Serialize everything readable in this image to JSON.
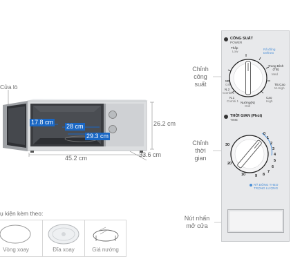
{
  "left": {
    "door_label": "Cửa lò",
    "depth_inner": "17.8 cm",
    "width_inner": "28 cm",
    "turntable_diameter": "29.3 cm",
    "height_outer": "26.2 cm",
    "width_outer": "45.2 cm",
    "depth_outer": "33.6 cm",
    "accessories_title": "ụ kiện kèm theo:",
    "accessories": [
      {
        "label": "Vòng xoay"
      },
      {
        "label": "Đĩa xoay"
      },
      {
        "label": "Giá nướng"
      }
    ]
  },
  "callouts": {
    "power": [
      "Chỉnh",
      "công",
      "suất"
    ],
    "time": [
      "Chỉnh",
      "thời",
      "gian"
    ],
    "door_button": [
      "Nút nhấn",
      "mở cửa"
    ]
  },
  "panel": {
    "power_title": "CÔNG SUẤT",
    "power_sub": "POWER",
    "power_marks": [
      {
        "vi": "Thấp",
        "en": "Low"
      },
      {
        "vi": "Trung Bình (TB)",
        "en": "Med"
      },
      {
        "vi": "TB.Cao",
        "en": "M.High"
      },
      {
        "vi": "Cao",
        "en": "High"
      },
      {
        "vi": "Rã đông",
        "en": "Defrost"
      },
      {
        "vi": "N.1",
        "en": "Combi 1"
      },
      {
        "vi": "N.2",
        "en": "Combi 2"
      },
      {
        "vi": "N.3",
        "en": "Grill"
      },
      {
        "vi": "Nướng(N)",
        "en": "Grill"
      }
    ],
    "time_title": "THỜI GIAN (Phút)",
    "time_sub": "TIME",
    "time_marks": [
      "0",
      "1",
      "2",
      "3",
      "4",
      "5",
      "6",
      "7",
      "8",
      "9",
      "10",
      "20",
      "30"
    ],
    "defrost_note": "RÃ ĐÔNG THEO TRỌNG LƯỢNG"
  },
  "colors": {
    "accent": "#1a67c4",
    "panel_bg": "#e8e9eb",
    "body_bg": "#dcdee0",
    "cavity": "#3a3c40"
  }
}
